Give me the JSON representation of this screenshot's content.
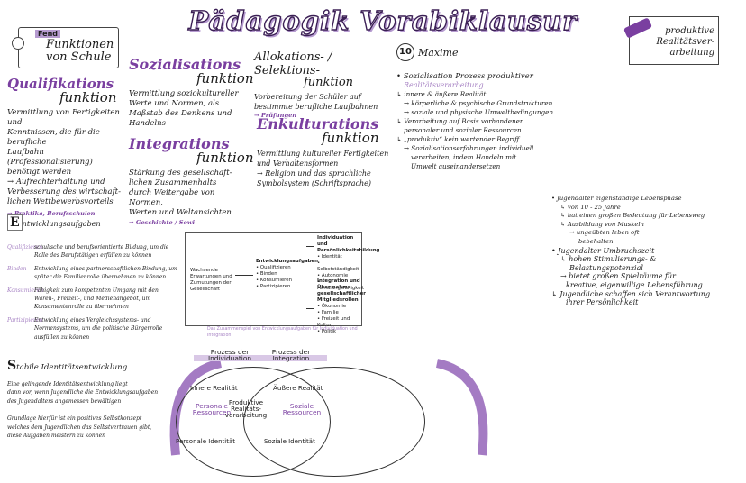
{
  "title": "Pädagogik Vorabiklausur",
  "tag": {
    "badge": "Fend",
    "text": "Funktionen von Schule"
  },
  "top_right_box": {
    "text": "produktive Realitätsver-arbeitung"
  },
  "qualifikation": {
    "head1": "Qualifikations",
    "head2": "funktion",
    "lines": [
      "Vermittlung von Fertigkeiten und",
      "Kenntnissen, die für die berufliche",
      "Laufbahn (Professionalisierung)",
      "benötigt werden",
      "→ Aufrechterhaltung und",
      "Verbesserung des wirtschaft-",
      "lichen Wettbewerbsvorteils"
    ],
    "example": "→ Praktika, Berufsschulen"
  },
  "sozialisation": {
    "head1": "Sozialisations",
    "head2": "funktion",
    "lines": [
      "Vermittlung soziokultureller",
      "Werte und Normen, als",
      "Maßstab des Denkens und",
      "Handelns"
    ]
  },
  "integration": {
    "head1": "Integrations",
    "head2": "funktion",
    "lines": [
      "Stärkung des gesellschaft-",
      "lichen Zusammenhalts",
      "durch Weitergabe von Normen,",
      "Werten und Weltansichten"
    ],
    "example": "→ Geschichte / Sowi"
  },
  "allokation": {
    "head1": "Allokations- / Selektions-",
    "head2": "funktion",
    "lines": [
      "Vorbereitung der Schüler auf",
      "bestimmte berufliche Laufbahnen"
    ],
    "example": "→ Prüfungen"
  },
  "enkulturation": {
    "head1": "Enkulturations",
    "head2": "funktion",
    "lines": [
      "Vermittlung kultureller Fertigkeiten",
      "und Verhaltensformen",
      "→ Religion und das sprachliche",
      "Symbolsystem (Schriftsprache)"
    ]
  },
  "maxime": {
    "number": "10",
    "heading": "Maxime",
    "lines": [
      "• Sozialisation Prozess produktiver",
      "Realitätsverarbeitung",
      "↳ innere & äußere Realität",
      "→ körperliche & psychische Grundstrukturen",
      "→ soziale und physische Umweltbedingungen",
      "↳ Verarbeitung auf Basis vorhandener",
      "personaler und sozialer Ressourcen",
      "↳ „produktiv“ kein wertender Begriff",
      "→ Sozialisationserfahrungen individuell",
      "verarbeiten, indem Handeln mit",
      "Umwelt auseinandersetzen"
    ]
  },
  "jugend": {
    "lines": [
      "• Jugendalter eigenständige Lebensphase",
      "↳ von 10 - 25 Jahre",
      "↳ hat einen großen Bedeutung für Lebensweg",
      "↳ Ausbildung von Muskeln",
      "→ ungeübten leben oft",
      "bebehalten",
      "• Jugendalter Umbruchszeit",
      "↳ hohen Stimulierungs- &",
      "Belastungspotenzial",
      "→ bietet großen Spielräume für",
      "kreative, eigenwillige Lebensführung",
      "↳ Jugendliche schaffen sich Verantwortung",
      "ihrer Persönlichkeit"
    ]
  },
  "entwicklung": {
    "initial": "E",
    "heading": "ntwicklungsaufgaben",
    "rows": [
      {
        "key": "Qualifizieren",
        "text": "schulische und berufsorientierte Bildung, um die Rolle des Berufstätigen erfüllen zu können"
      },
      {
        "key": "Binden",
        "text": "Entwicklung eines partnerschaftlichen Bindung, um später die Familienrolle übernehmen zu können"
      },
      {
        "key": "Konsumieren",
        "text": "Fähigkeit zum kompetenten Umgang mit den Waren-, Freizeit-, und Medienangebot, um Konsumentenrolle zu übernehmen"
      },
      {
        "key": "Partizipieren",
        "text": "Entwicklung eines Vergleichssystems- und Normensystems, um die politische Bürgerrolle ausfüllen zu können"
      }
    ]
  },
  "diagram": {
    "left": "Wachsende Erwartungen und Zumutungen der Gesellschaft",
    "middle_title": "Entwicklungsaufgaben",
    "middle_items": [
      "• Qualifizieren",
      "• Binden",
      "• Konsumieren",
      "• Partizipieren"
    ],
    "right_top_title": "Individuation und Persönlichkeitsbildung",
    "right_top_items": [
      "• Identität",
      "• Selbstständigkeit",
      "• Autonomie",
      "• Handlungsfähigkeit"
    ],
    "right_bottom_title": "Integration und Über-nahme gesellschaftlicher Mitgliedsrollen",
    "right_bottom_items": [
      "• Ökonomie",
      "• Familie",
      "• Freizeit und Kultur",
      "• Politik"
    ],
    "caption": "Das Zusammenspiel von Entwicklungsaufgaben für Individuation und Integration"
  },
  "stabile": {
    "initial": "S",
    "heading": "tabile Identitätsentwicklung",
    "para1": [
      "Eine gelingende Identitätsentwicklung liegt",
      "dann vor, wenn Jugendliche die Entwicklungsaufgaben",
      "des Jugendalters angemessen bewältigen"
    ],
    "para2": [
      "Grundlage hierfür ist ein positives Selbstkonzept",
      "welches dem Jugendlichen das Selbstvertrauen gibt,",
      "diese Aufgaben meistern zu können"
    ]
  },
  "venn": {
    "left_top": "Prozess der",
    "left_top2": "Individuation",
    "right_top": "Prozess der",
    "right_top2": "Integration",
    "inner_left": "Innere Realität",
    "inner_right": "Äußere Realität",
    "res_left": "Personale Ressourcen",
    "res_right": "Soziale Ressourcen",
    "center": "Produktive Realitäts-verarbeitung",
    "bottom_left": "Personale Identität",
    "bottom_right": "Soziale Identität"
  },
  "colors": {
    "accent": "#7a3fa0",
    "accent_light": "#b69bd0"
  }
}
